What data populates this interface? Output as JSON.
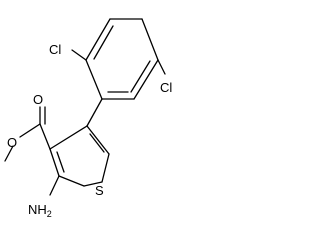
{
  "molecule": {
    "atoms": {
      "cl_top": "Cl",
      "cl_right": "Cl",
      "o_carbonyl": "O",
      "o_ester": "O",
      "s_ring": "S",
      "nh2": "NH",
      "nh2_subscript": "2"
    },
    "colors": {
      "bond": "#000000",
      "label": "#000000",
      "background": "#ffffff"
    }
  }
}
